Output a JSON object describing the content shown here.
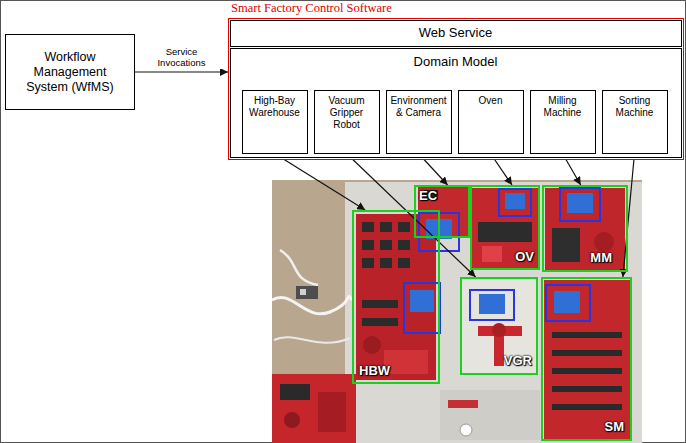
{
  "diagram": {
    "nodes": [
      {
        "text": [
          "Workflow Management System (WfMS)"
        ]
      },
      {
        "text": [
          "Smart Factory Control Software"
        ]
      },
      {
        "text": [
          "Web Service"
        ],
        "in": 1
      },
      {
        "text": [
          "Domain Model"
        ],
        "in": 1
      },
      {
        "text": [
          "High-Bay Warehouse"
        ],
        "in": 3
      },
      {
        "text": [
          "Vacuum Gripper Robot"
        ],
        "in": 3
      },
      {
        "text": [
          "Environment & Camera"
        ],
        "in": 3
      },
      {
        "text": [
          "Oven"
        ],
        "in": 3
      },
      {
        "text": [
          "Milling Machine"
        ],
        "in": 3
      },
      {
        "text": [
          "Sorting Machine"
        ],
        "in": 3
      },
      {
        "text": [
          "HBW"
        ]
      },
      {
        "text": [
          "EC"
        ]
      },
      {
        "text": [
          "OV"
        ]
      },
      {
        "text": [
          "MM"
        ]
      },
      {
        "text": [
          "VGR"
        ]
      },
      {
        "text": [
          "SM"
        ]
      }
    ],
    "edges": [
      {
        "from": 0,
        "to": 1,
        "label": "Service Invocations",
        "arrow": "to"
      },
      {
        "from": 4,
        "to": 10,
        "arrow": "to"
      },
      {
        "from": 5,
        "to": 14,
        "arrow": "to"
      },
      {
        "from": 6,
        "to": 11,
        "arrow": "to"
      },
      {
        "from": 7,
        "to": 12,
        "arrow": "to"
      },
      {
        "from": 8,
        "to": 13,
        "arrow": "to"
      },
      {
        "from": 9,
        "to": 15,
        "arrow": "to"
      }
    ]
  }
}
